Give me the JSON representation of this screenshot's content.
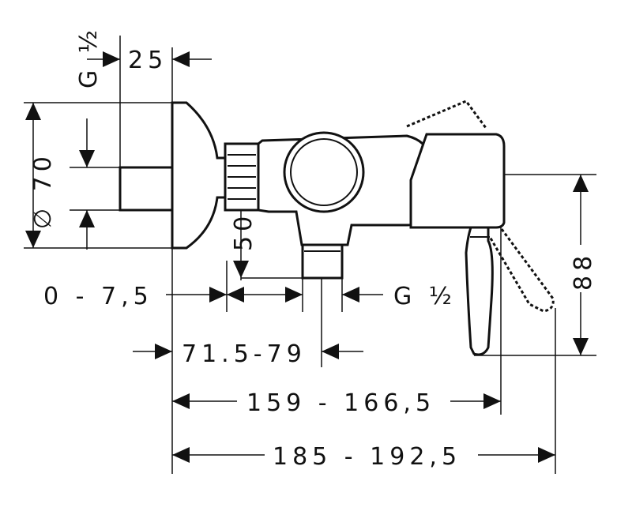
{
  "drawing": {
    "dimensions": {
      "g_half_top": "G ½",
      "d25": "25",
      "dia70": "∅ 70",
      "d50": "50",
      "d0_75": "0 - 7,5",
      "g_half_outlet": "G ½",
      "d88": "88",
      "d715_79": "71.5-79",
      "d159": "159 - 166,5",
      "d185": "185 - 192,5"
    }
  }
}
